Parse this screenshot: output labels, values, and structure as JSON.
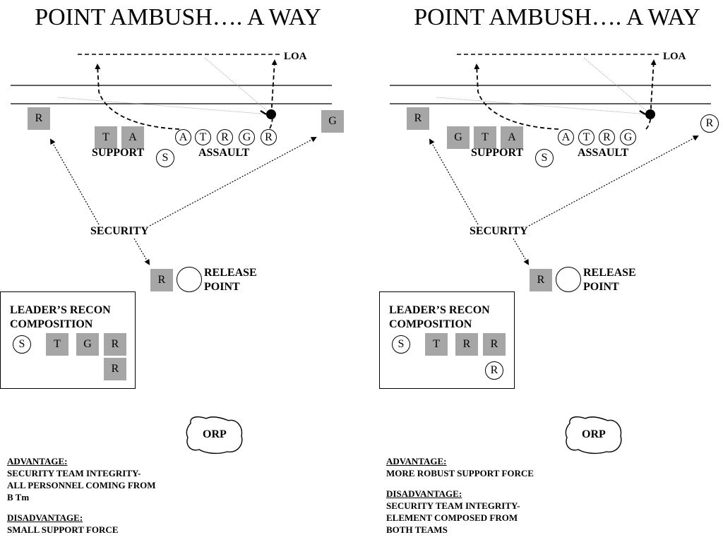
{
  "title": "POINT AMBUSH…. A WAY",
  "loa": "LOA",
  "labels": {
    "support": "SUPPORT",
    "assault": "ASSAULT",
    "security": "SECURITY",
    "release_point": [
      "RELEASE",
      "POINT"
    ],
    "orp": "ORP",
    "recon_title": [
      "LEADER’S RECON",
      "COMPOSITION"
    ]
  },
  "panels": [
    {
      "id": "left",
      "support_symbols": [
        "T",
        "A"
      ],
      "support_member": "S",
      "assault_symbols": [
        "A",
        "T",
        "R",
        "G",
        "R"
      ],
      "left_security": "R",
      "right_security": "G",
      "release_security": "R",
      "recon": {
        "row1": [
          "S",
          "T",
          "G",
          "R"
        ],
        "row2": [
          "R"
        ]
      },
      "advantage": {
        "heading": "ADVANTAGE:",
        "lines": [
          "SECURITY TEAM INTEGRITY-",
          "ALL PERSONNEL COMING FROM",
          "B Tm"
        ]
      },
      "disadvantage": {
        "heading": "DISADVANTAGE:",
        "lines": [
          "SMALL SUPPORT FORCE"
        ]
      }
    },
    {
      "id": "right",
      "support_symbols": [
        "G",
        "T",
        "A"
      ],
      "support_member": "S",
      "assault_symbols": [
        "A",
        "T",
        "R",
        "G"
      ],
      "left_security": "R",
      "right_security": "R",
      "release_security": "R",
      "recon": {
        "row1": [
          "S",
          "T",
          "R",
          "R"
        ],
        "row2": [
          "R"
        ]
      },
      "advantage": {
        "heading": "ADVANTAGE:",
        "lines": [
          "MORE ROBUST SUPPORT FORCE"
        ]
      },
      "disadvantage": {
        "heading": "DISADVANTAGE:",
        "lines": [
          "SECURITY TEAM INTEGRITY-",
          "ELEMENT COMPOSED FROM",
          "BOTH TEAMS"
        ]
      }
    }
  ]
}
